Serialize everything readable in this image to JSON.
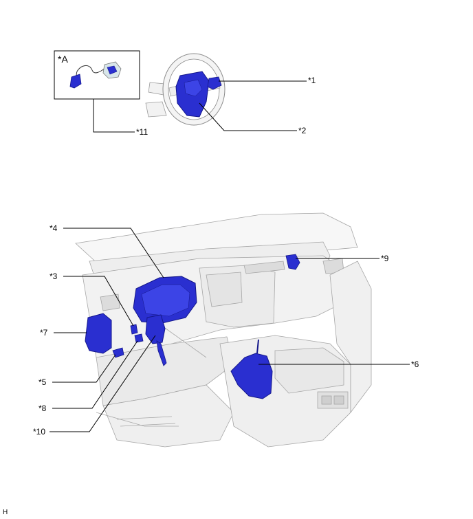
{
  "inset": {
    "label": "*A"
  },
  "callouts": {
    "c1": "*1",
    "c2": "*2",
    "c3": "*3",
    "c4": "*4",
    "c5": "*5",
    "c6": "*6",
    "c7": "*7",
    "c8": "*8",
    "c9": "*9",
    "c10": "*10",
    "c11": "*11"
  },
  "corner_code": "H",
  "colors": {
    "highlight": "#2a2fd0",
    "highlight_dark": "#14178a",
    "outline": "#9a9a9a",
    "leader": "#000000"
  }
}
